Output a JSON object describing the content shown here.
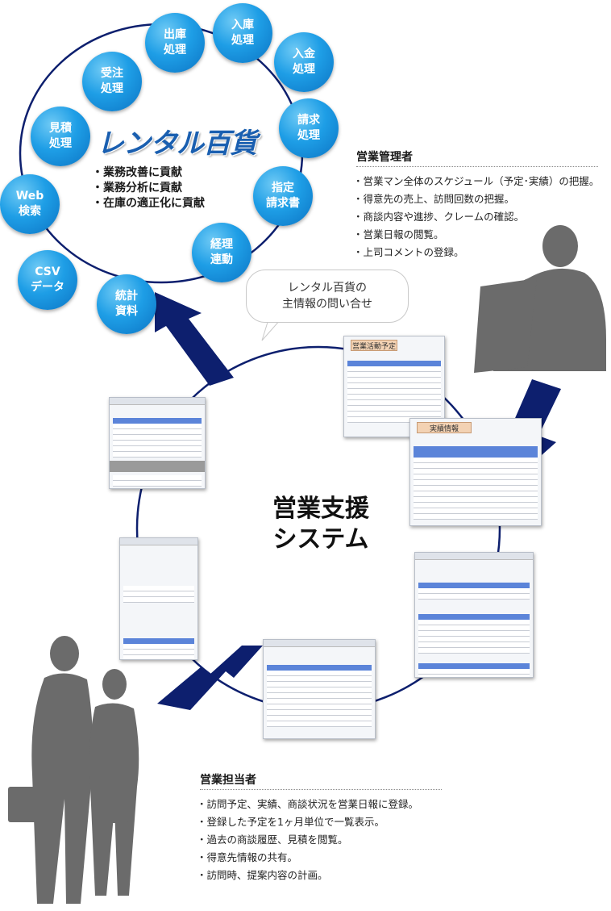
{
  "brand": "レンタル百貨",
  "benefits": [
    "・業務改善に貢献",
    "・業務分析に貢献",
    "・在庫の適正化に貢献"
  ],
  "cycle": [
    "出庫\n処理",
    "入庫\n処理",
    "入金\n処理",
    "請求\n処理",
    "指定\n請求書",
    "経理\n連動",
    "統計\n資料",
    "CSV\nデータ",
    "Web\n検索",
    "見積\n処理",
    "受注\n処理"
  ],
  "speech": [
    "レンタル百貨の",
    "主情報の問い合せ"
  ],
  "center": [
    "営業支援",
    "システム"
  ],
  "manager": {
    "title": "営業管理者",
    "items": [
      "・営業マン全体のスケジュール（予定･実績）の把握。",
      "・得意先の売上、訪問回数の把握。",
      "・商談内容や進捗、クレームの確認。",
      "・営業日報の閲覧。",
      "・上司コメントの登録。"
    ]
  },
  "staff": {
    "title": "営業担当者",
    "items": [
      "・訪問予定、実績、商談状況を営業日報に登録。",
      "・登録した予定を1ヶ月単位で一覧表示。",
      "・過去の商談履歴、見積を閲覧。",
      "・得意先情報の共有。",
      "・訪問時、提案内容の計画。"
    ]
  },
  "screens": {
    "plan": "営業活動予定",
    "record": "実績情報"
  },
  "colors": {
    "bubble": "#1e9ee6",
    "arrow": "#0d1f6e",
    "brand": "#1a5fb0",
    "silhouette": "#6b6b6b"
  }
}
